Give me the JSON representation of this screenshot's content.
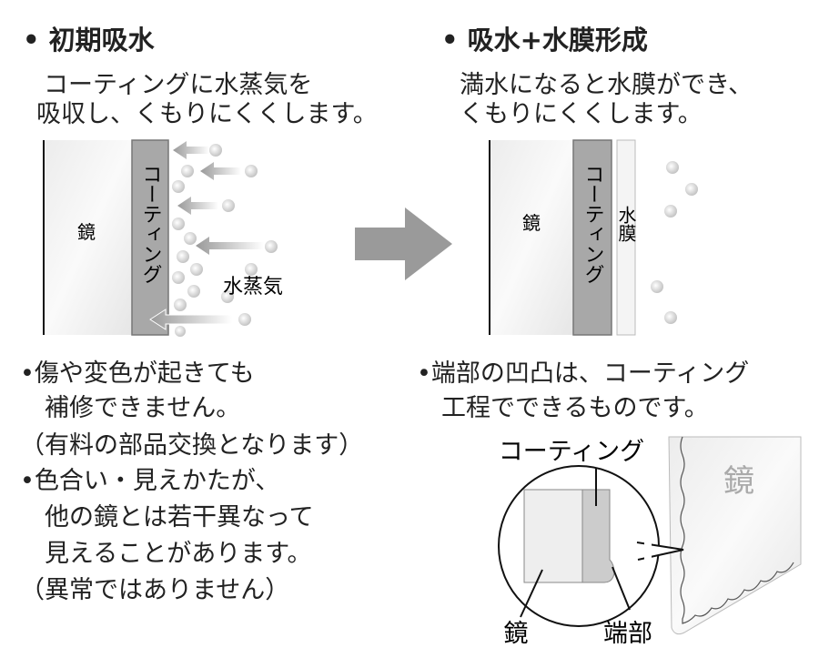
{
  "left_panel": {
    "title": "• 初期吸水",
    "lines": [
      "コーティングに水蒸気を",
      "吸収し、くもりにくくします。"
    ],
    "labels": {
      "mirror": "鏡",
      "coating": "コーティング",
      "vapor": "水蒸気"
    }
  },
  "right_panel": {
    "title": "• 吸水+水膜形成",
    "lines": [
      "満水になると水膜ができ、",
      "くもりにくくします。"
    ],
    "labels": {
      "mirror": "鏡",
      "coating": "コーティング",
      "water_film": "水膜"
    }
  },
  "notes_left": [
    "•傷や変色が起きても",
    "　補修できません。",
    "（有料の部品交換となります）",
    "•色合い・見えかたが、",
    "　他の鏡とは若干異なって",
    "　見えることがあります。",
    "（異常ではありません）"
  ],
  "notes_right": [
    "•端部の凹凸は、コーティング",
    "　工程でできるものです。"
  ],
  "detail_diagram": {
    "coating_label": "コーティング",
    "mirror_label": "鏡",
    "edge_label": "端部",
    "panel_label": "鏡"
  },
  "colors": {
    "coating": "#a8a8a8",
    "mirror": "#f2f2f2",
    "arrow": "#9a9a9a"
  }
}
